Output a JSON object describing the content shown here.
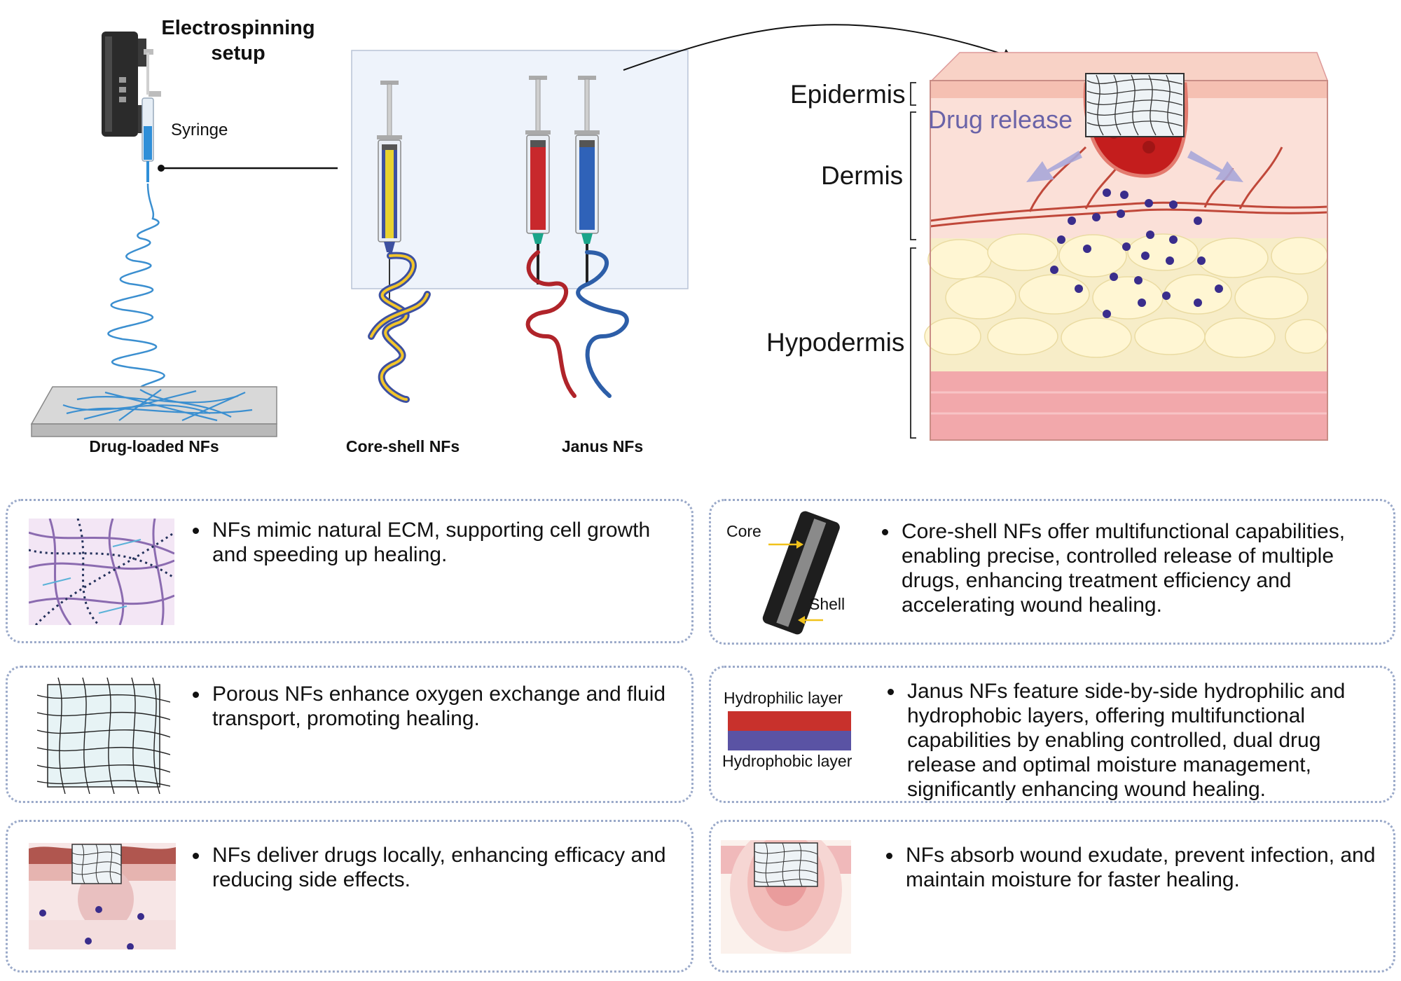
{
  "top": {
    "setup_title_line1": "Electrospinning",
    "setup_title_line2": "setup",
    "syringe_label": "Syringe",
    "drug_loaded_label": "Drug-loaded NFs",
    "core_shell_label": "Core-shell NFs",
    "janus_label": "Janus NFs"
  },
  "skin": {
    "epidermis": "Epidermis",
    "dermis": "Dermis",
    "hypodermis": "Hypodermis",
    "drug_release": "Drug release"
  },
  "cards": {
    "ecm": "NFs mimic natural ECM, supporting cell growth and speeding up healing.",
    "core_shell": "Core-shell NFs offer multifunctional capabilities, enabling precise, controlled release of multiple drugs, enhancing treatment efficiency and accelerating wound healing.",
    "core_label": "Core",
    "shell_label": "Shell",
    "porous": "Porous NFs enhance oxygen exchange and fluid transport, promoting healing.",
    "janus": "Janus NFs feature side-by-side hydrophilic and hydrophobic layers, offering multifunctional capabilities by enabling controlled, dual drug release and optimal moisture management, significantly enhancing wound healing.",
    "hydrophilic_label": "Hydrophilic layer",
    "hydrophobic_label": "Hydrophobic layer",
    "local": "NFs deliver drugs locally, enhancing efficacy and reducing side effects.",
    "exudate": "NFs absorb wound exudate, prevent infection, and maintain moisture for faster healing."
  },
  "colors": {
    "syringe_blue": "#2f8fd8",
    "fiber_blue": "#3b8fd0",
    "core_yellow": "#f2c52a",
    "shell_blue": "#3d50a0",
    "janus_red": "#b0242a",
    "janus_blue": "#2d5ea8",
    "card_border": "#9aa9c9",
    "drug_dot": "#3a2d8c"
  }
}
